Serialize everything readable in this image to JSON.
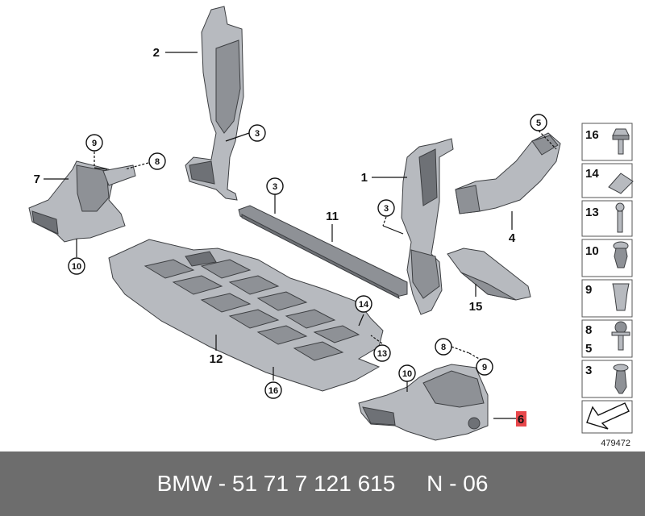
{
  "diagram": {
    "labels": {
      "l1": "1",
      "l2": "2",
      "l3a": "3",
      "l3b": "3",
      "l3c": "3",
      "l4": "4",
      "l5": "5",
      "l6": "6",
      "l7": "7",
      "l8a": "8",
      "l8b": "8",
      "l9a": "9",
      "l9b": "9",
      "l10a": "10",
      "l10b": "10",
      "l11": "11",
      "l12": "12",
      "l13": "13",
      "l14": "14",
      "l15": "15",
      "l16": "16"
    },
    "legend": [
      {
        "num": "16"
      },
      {
        "num": "14"
      },
      {
        "num": "13"
      },
      {
        "num": "10"
      },
      {
        "num": "9"
      },
      {
        "num": "8",
        "num2": "5"
      },
      {
        "num": "3"
      }
    ],
    "drawing_number": "479472",
    "highlight_color": "#e8474b"
  },
  "footer": {
    "text": "BMW - 51 71 7 121 615     N - 06"
  }
}
